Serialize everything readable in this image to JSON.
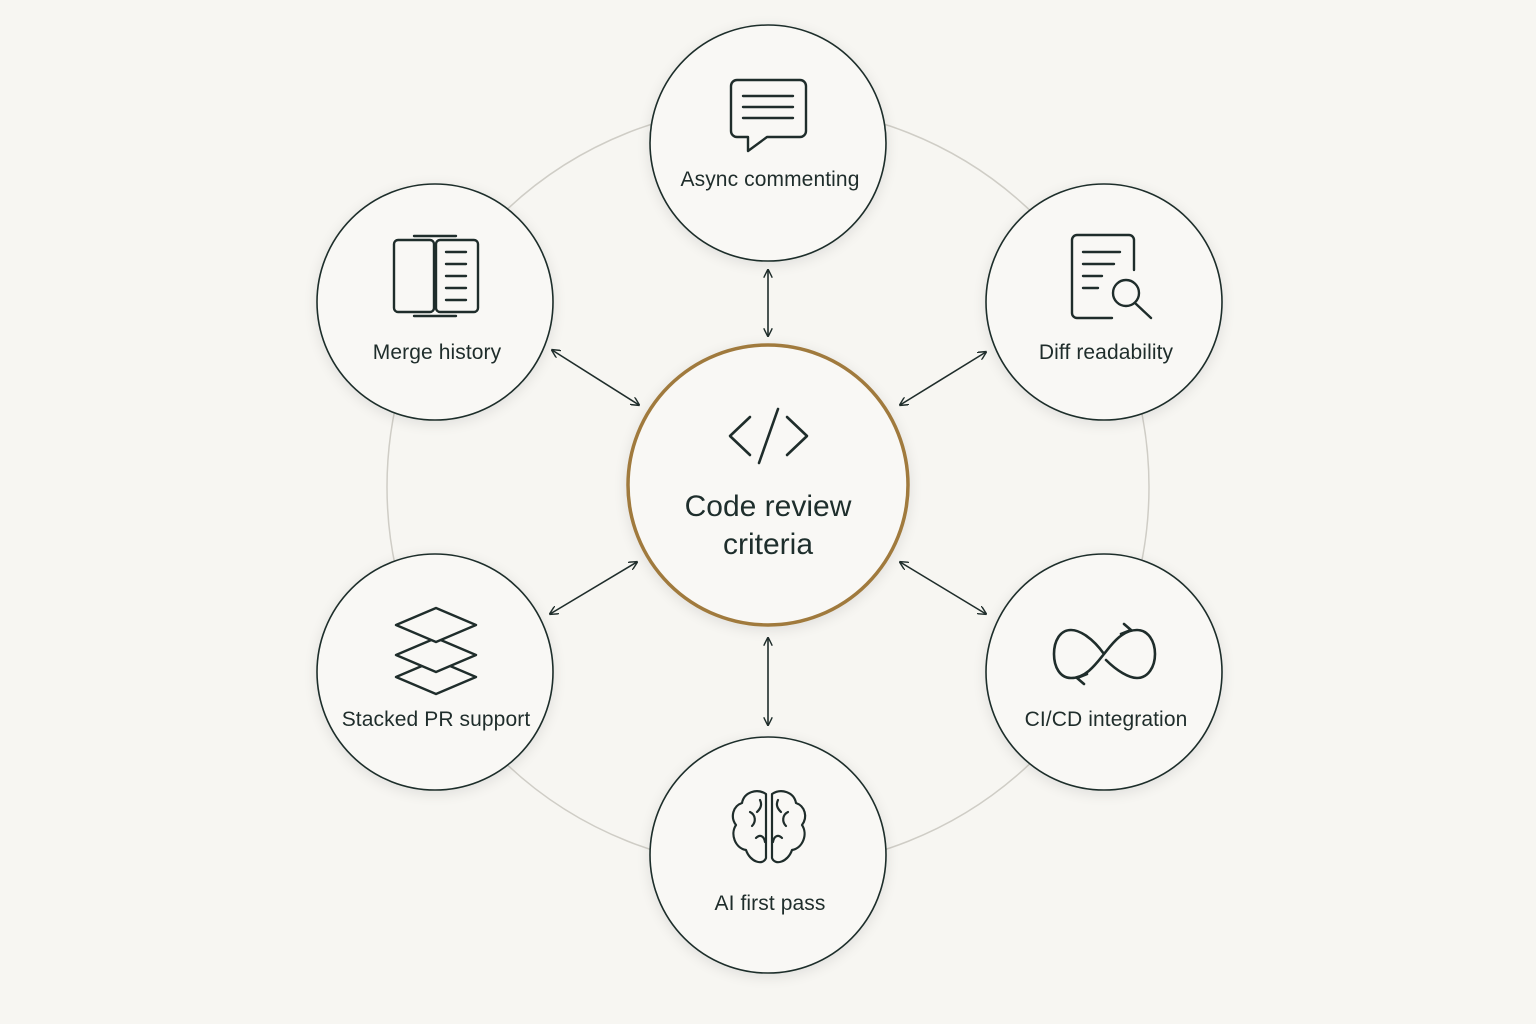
{
  "diagram": {
    "hub": {
      "line1": "Code review",
      "line2": "criteria",
      "icon": "code-brackets-icon"
    },
    "nodes": [
      {
        "id": "async-commenting",
        "label": "Async commenting",
        "icon": "chat-bubble-icon"
      },
      {
        "id": "diff-readability",
        "label": "Diff readability",
        "icon": "document-search-icon"
      },
      {
        "id": "ci-cd-integration",
        "label": "CI/CD integration",
        "icon": "infinity-loop-icon"
      },
      {
        "id": "ai-first-pass",
        "label": "AI first pass",
        "icon": "brain-icon"
      },
      {
        "id": "stacked-pr-support",
        "label": "Stacked PR support",
        "icon": "layers-icon"
      },
      {
        "id": "merge-history",
        "label": "Merge history",
        "icon": "split-document-icon"
      }
    ],
    "colors": {
      "background": "#f7f6f2",
      "ink": "#1f2d2b",
      "hub_ring": "#a07a3e",
      "orbit": "#cfcdc6"
    }
  }
}
